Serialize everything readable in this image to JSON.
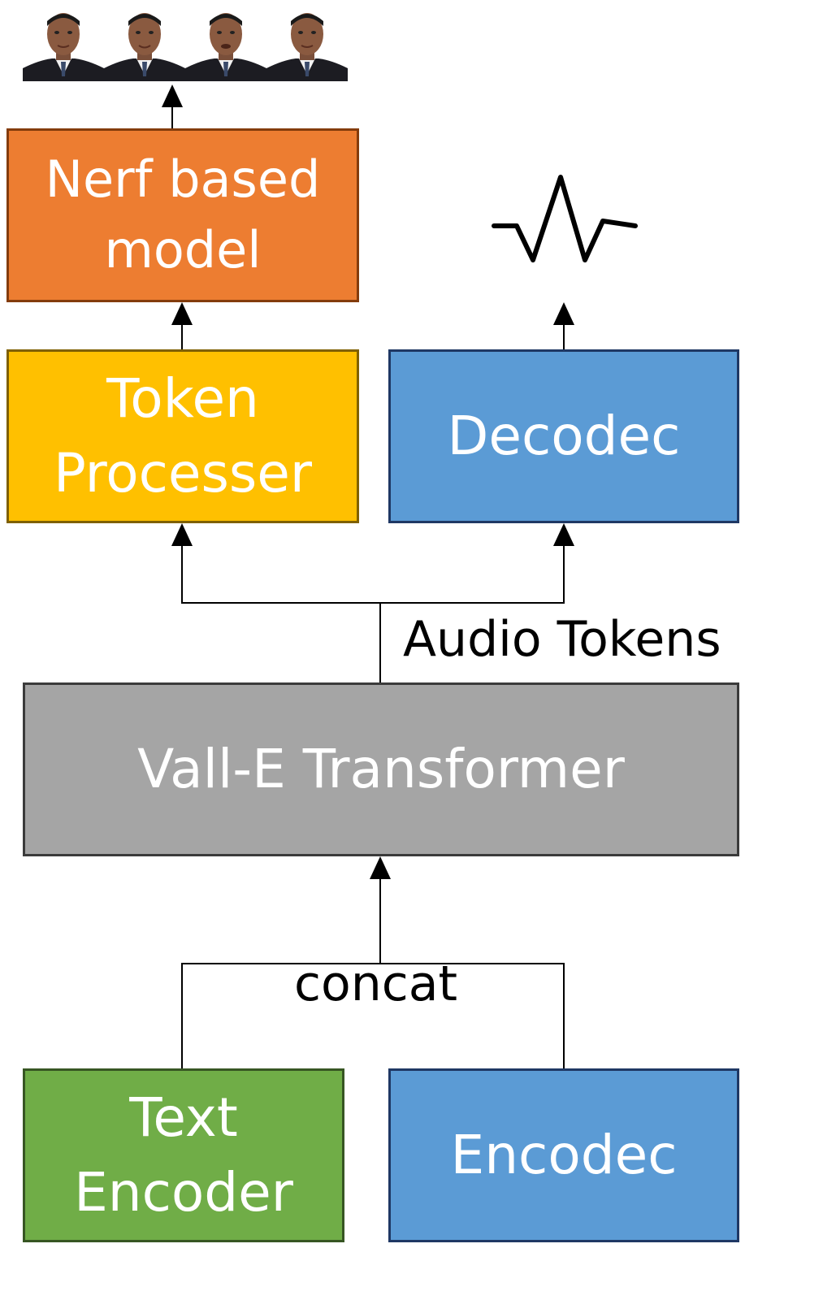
{
  "diagram": {
    "nodes": {
      "nerf": "Nerf based\nmodel",
      "token_processer": "Token\nProcesser",
      "decodec": "Decodec",
      "valle": "Vall-E Transformer",
      "text_encoder": "Text\nEncoder",
      "encodec": "Encodec"
    },
    "edge_labels": {
      "audio_tokens": "Audio Tokens",
      "concat": "concat"
    },
    "output_icons": [
      "face-frame-icon",
      "face-frame-icon",
      "face-frame-icon",
      "face-frame-icon",
      "waveform-icon"
    ],
    "colors": {
      "nerf": "#ed7d31",
      "token_processer": "#ffc000",
      "decodec": "#5b9bd5",
      "valle": "#a5a5a5",
      "text_encoder": "#70ad47",
      "encodec": "#5b9bd5"
    }
  }
}
